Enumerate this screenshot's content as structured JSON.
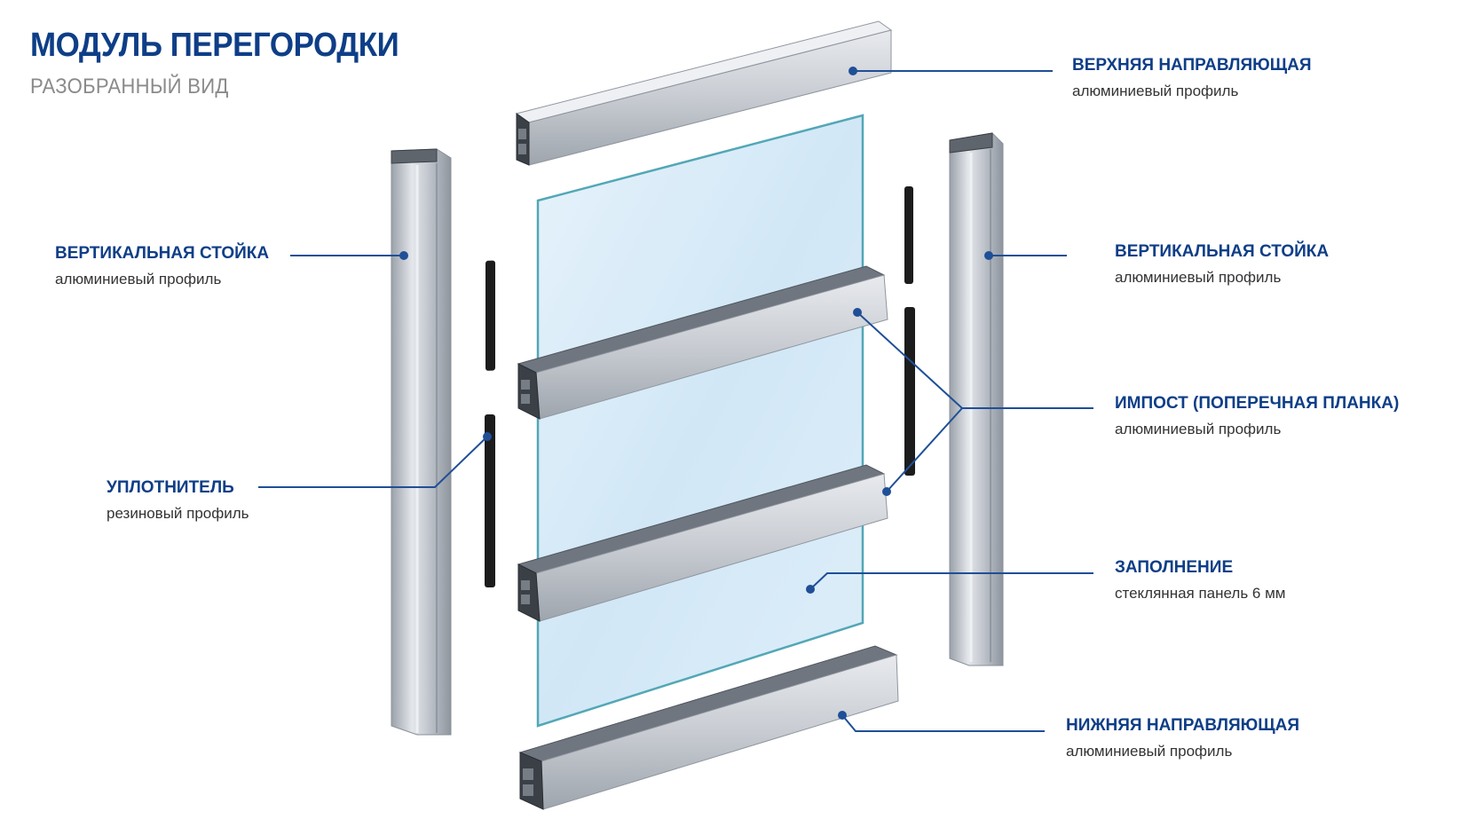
{
  "header": {
    "title": "МОДУЛЬ ПЕРЕГОРОДКИ",
    "subtitle": "РАЗОБРАННЫЙ ВИД"
  },
  "callouts": {
    "top_rail": {
      "name": "ВЕРХНЯЯ НАПРАВЛЯЮЩАЯ",
      "desc": "алюминиевый профиль"
    },
    "left_post": {
      "name": "ВЕРТИКАЛЬНАЯ СТОЙКА",
      "desc": "алюминиевый профиль"
    },
    "right_post": {
      "name": "ВЕРТИКАЛЬНАЯ СТОЙКА",
      "desc": "алюминиевый профиль"
    },
    "transom": {
      "name": "ИМПОСТ (ПОПЕРЕЧНАЯ ПЛАНКА)",
      "desc": "алюминиевый профиль"
    },
    "seal": {
      "name": "УПЛОТНИТЕЛЬ",
      "desc": "резиновый профиль"
    },
    "infill": {
      "name": "ЗАПОЛНЕНИЕ",
      "desc": "стеклянная панель 6 мм"
    },
    "bottom_rail": {
      "name": "НИЖНЯЯ НАПРАВЛЯЮЩАЯ",
      "desc": "алюминиевый профиль"
    }
  },
  "colors": {
    "accent": "#0e3e87",
    "leader": "#1f4f97",
    "aluminum": "#c3c8cf",
    "glass": "#d8ecf8",
    "rubber": "#1c1c1c"
  }
}
